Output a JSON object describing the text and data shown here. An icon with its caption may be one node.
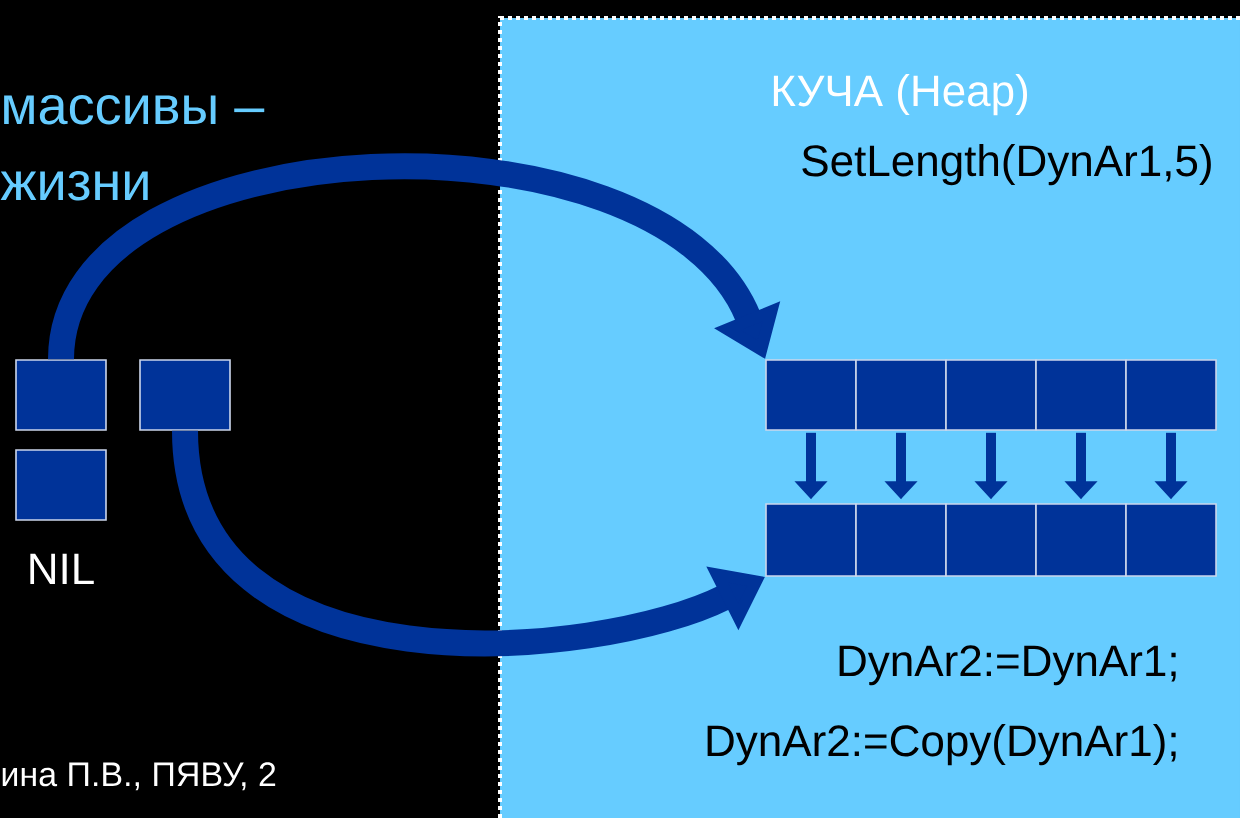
{
  "diagram": {
    "nodes": [
      {
        "text": [
          "КУЧА (Heap)"
        ]
      },
      {
        "text": [],
        "shape": "box"
      },
      {
        "text": [],
        "shape": "box"
      },
      {
        "text": [
          "NIL"
        ]
      },
      {
        "text": [],
        "shape": "box",
        "in": 0
      },
      {
        "text": [],
        "shape": "box",
        "in": 0
      },
      {
        "text": [],
        "shape": "box",
        "in": 0
      },
      {
        "text": [],
        "shape": "box",
        "in": 0
      },
      {
        "text": [],
        "shape": "box",
        "in": 0
      },
      {
        "text": [],
        "shape": "box",
        "in": 0
      },
      {
        "text": [],
        "shape": "box",
        "in": 0
      },
      {
        "text": [],
        "shape": "box",
        "in": 0
      },
      {
        "text": [],
        "shape": "box",
        "in": 0
      },
      {
        "text": [],
        "shape": "box",
        "in": 0
      }
    ],
    "edges": [
      {
        "from": 1,
        "to": 4,
        "arrow": "to",
        "style": "thick"
      },
      {
        "from": 2,
        "to": 9,
        "arrow": "to",
        "style": "thick"
      },
      {
        "from": 4,
        "to": 9,
        "arrow": "to"
      },
      {
        "from": 5,
        "to": 10,
        "arrow": "to"
      },
      {
        "from": 6,
        "to": 11,
        "arrow": "to"
      },
      {
        "from": 7,
        "to": 12,
        "arrow": "to"
      },
      {
        "from": 8,
        "to": 13,
        "arrow": "to"
      }
    ],
    "labels": [
      "массивы –",
      "жизни",
      "SetLength(DynAr1,5)",
      "DynAr2:=DynAr1;",
      "DynAr2:=Copy(DynAr1);",
      "ина П.В., ПЯВУ, 2"
    ]
  }
}
